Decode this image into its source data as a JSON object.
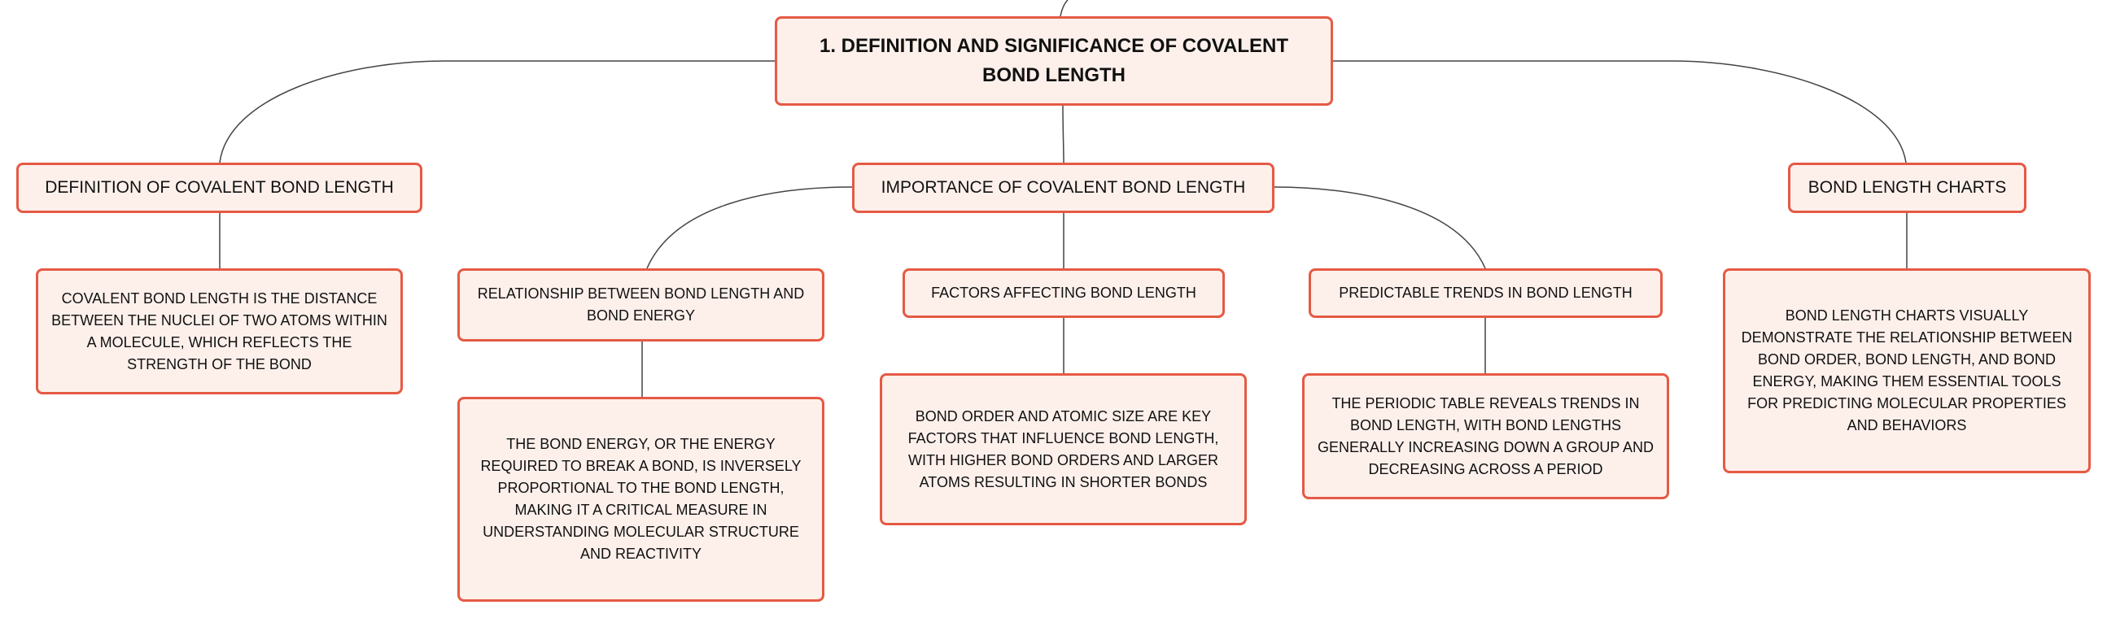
{
  "root": {
    "label": "1. DEFINITION AND SIGNIFICANCE OF COVALENT BOND LENGTH"
  },
  "definition": {
    "label": "DEFINITION OF COVALENT BOND LENGTH",
    "detail": "COVALENT BOND LENGTH IS THE DISTANCE BETWEEN THE NUCLEI OF TWO ATOMS WITHIN A MOLECULE, WHICH REFLECTS THE STRENGTH OF THE BOND"
  },
  "importance": {
    "label": "IMPORTANCE OF COVALENT BOND LENGTH",
    "relationship": {
      "label": "RELATIONSHIP BETWEEN BOND LENGTH AND BOND ENERGY",
      "detail": "THE BOND ENERGY, OR THE ENERGY REQUIRED TO BREAK A BOND, IS INVERSELY PROPORTIONAL TO THE BOND LENGTH, MAKING IT A CRITICAL MEASURE IN UNDERSTANDING MOLECULAR STRUCTURE AND REACTIVITY"
    },
    "factors": {
      "label": "FACTORS AFFECTING BOND LENGTH",
      "detail": "BOND ORDER AND ATOMIC SIZE ARE KEY FACTORS THAT INFLUENCE BOND LENGTH, WITH HIGHER BOND ORDERS AND LARGER ATOMS RESULTING IN SHORTER BONDS"
    },
    "trends": {
      "label": "PREDICTABLE TRENDS IN BOND LENGTH",
      "detail": "THE PERIODIC TABLE REVEALS TRENDS IN BOND LENGTH, WITH BOND LENGTHS GENERALLY INCREASING DOWN A GROUP AND DECREASING ACROSS A PERIOD"
    }
  },
  "charts": {
    "label": "BOND LENGTH CHARTS",
    "detail": "BOND LENGTH CHARTS VISUALLY DEMONSTRATE THE RELATIONSHIP BETWEEN BOND ORDER, BOND LENGTH, AND BOND ENERGY, MAKING THEM ESSENTIAL TOOLS FOR PREDICTING MOLECULAR PROPERTIES AND BEHAVIORS"
  },
  "colors": {
    "node_fill": "#fdf0eb",
    "node_border": "#e55a44",
    "connector": "#444444"
  }
}
